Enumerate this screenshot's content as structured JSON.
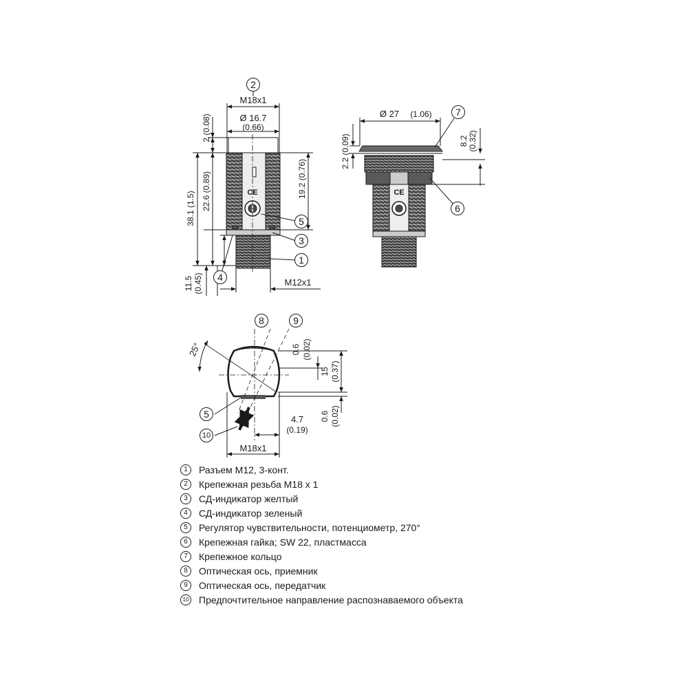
{
  "callouts": [
    "1",
    "2",
    "3",
    "4",
    "5",
    "6",
    "7",
    "8",
    "9",
    "10"
  ],
  "dimensions": {
    "front_thread": "M18x1",
    "front_dia": "Ø 16.7",
    "front_dia_in": "(0.66)",
    "front_top": "2 (0.08)",
    "front_total": "38.1 (1.5)",
    "front_body": "22.6 (0.89)",
    "front_thread_len": "19.2 (0.76)",
    "front_conn_len": "11.5",
    "front_conn_len_in": "(0.45)",
    "front_conn_thread": "M12x1",
    "side_dia": "Ø 27",
    "side_dia_in": "(1.06)",
    "side_ring": "2.2 (0.09)",
    "side_nut": "8.2",
    "side_nut_in": "(0.32)",
    "top_angle": "25°",
    "top_off1": "0.6",
    "top_off1_in": "(0.02)",
    "top_width": "15",
    "top_width_in": "(0.37)",
    "top_off2": "0.6",
    "top_off2_in": "(0.02)",
    "top_pot": "4.7",
    "top_pot_in": "(0.19)",
    "top_thread": "M18x1"
  },
  "legend": [
    {
      "num": "1",
      "text": "Разъем M12, 3-конт."
    },
    {
      "num": "2",
      "text": "Крепежная резьба M18 x 1"
    },
    {
      "num": "3",
      "text": "СД-индикатор желтый"
    },
    {
      "num": "4",
      "text": "СД-индикатор зеленый"
    },
    {
      "num": "5",
      "text": "Регулятор чувствительности, потенциометр, 270°"
    },
    {
      "num": "6",
      "text": "Крепежная гайка; SW 22, пластмасса"
    },
    {
      "num": "7",
      "text": "Крепежное кольцо"
    },
    {
      "num": "8",
      "text": "Оптическая ось, приемник"
    },
    {
      "num": "9",
      "text": "Оптическая ось, передатчик"
    },
    {
      "num": "10",
      "text": "Предпочтительное направление распознаваемого объекта"
    }
  ],
  "labels": {
    "ce_mark": "CE"
  }
}
